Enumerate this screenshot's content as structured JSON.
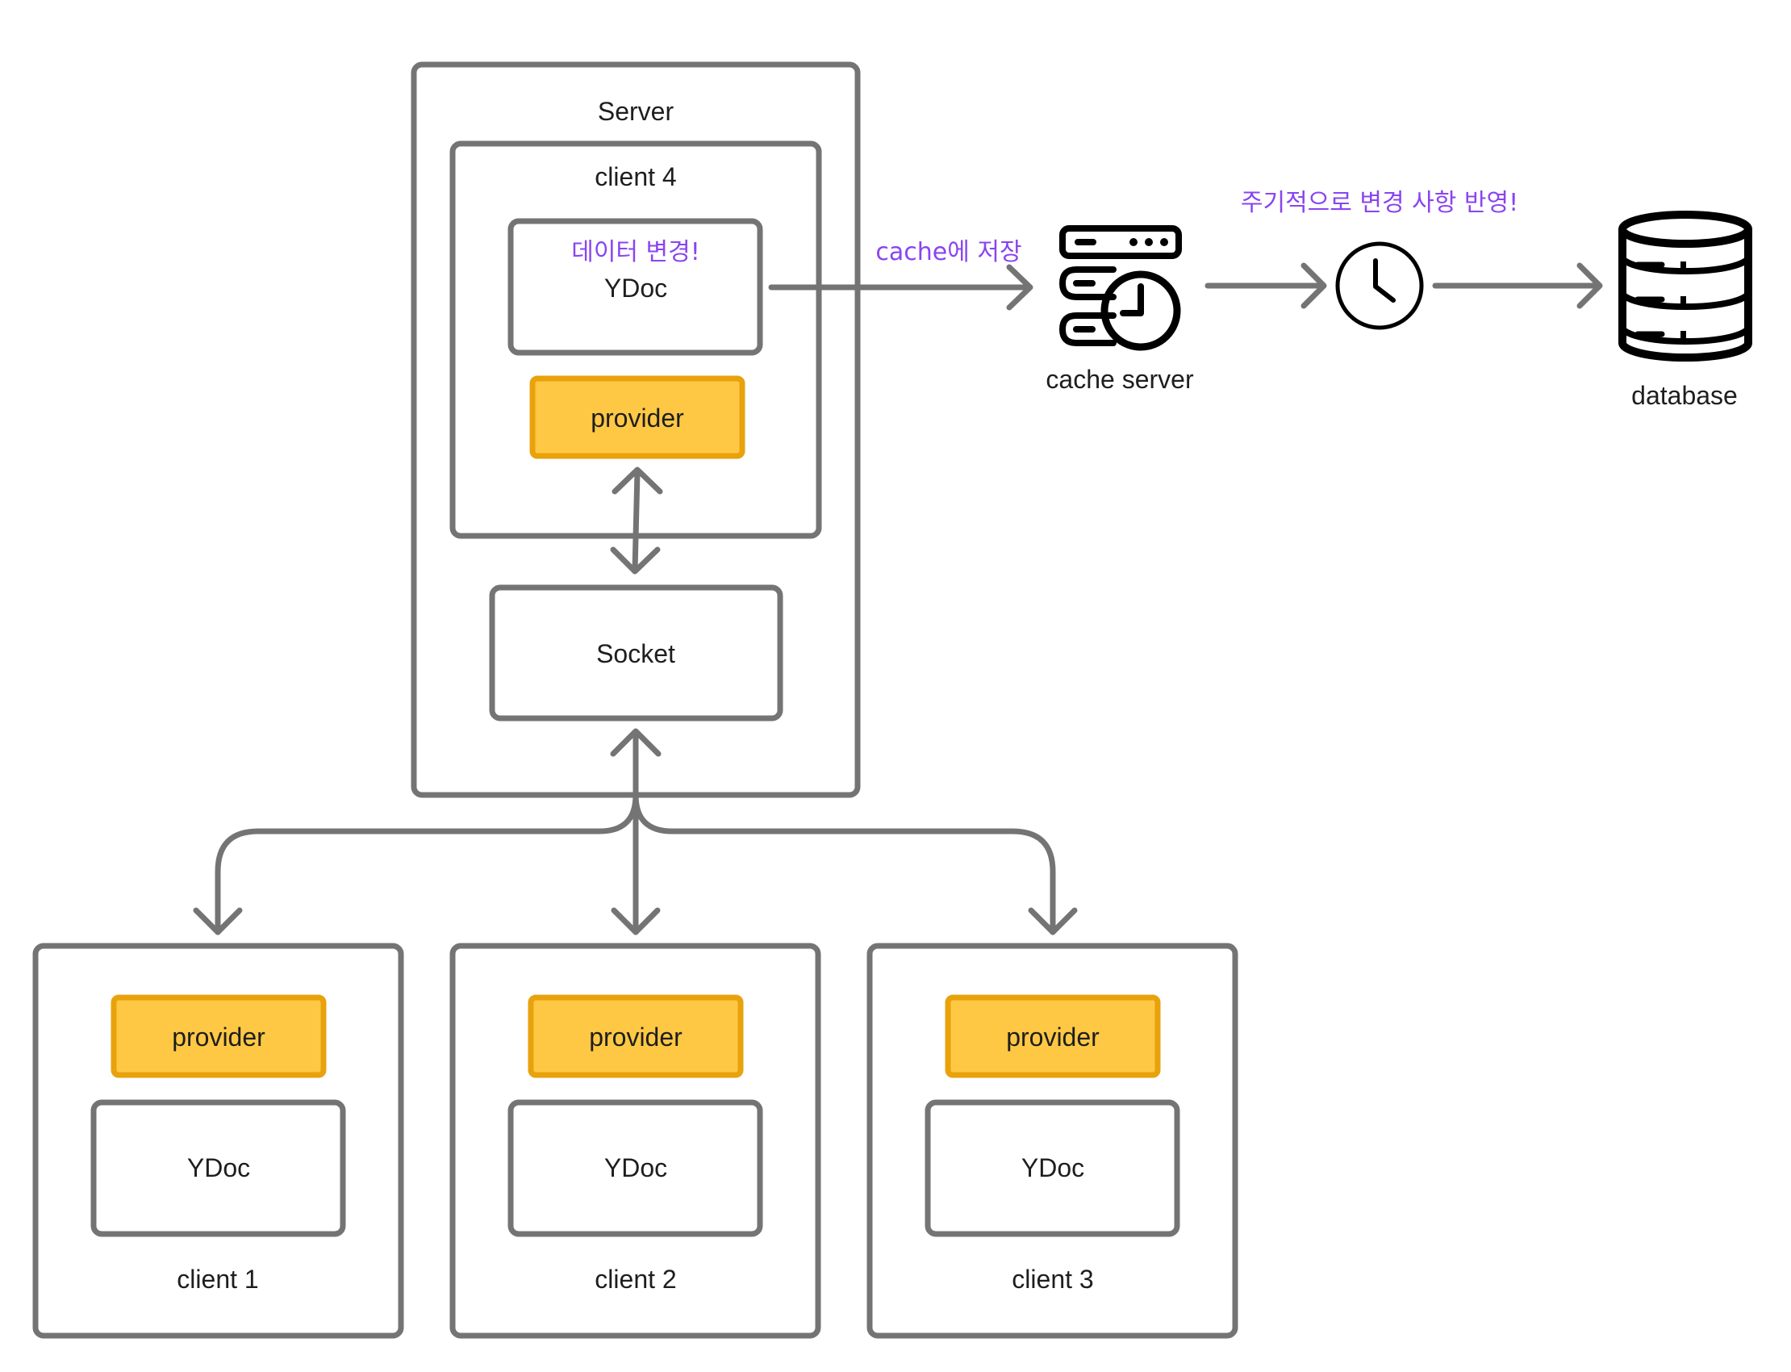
{
  "colors": {
    "box_stroke": "#747474",
    "provider_fill": "#ffc844",
    "provider_stroke": "#e8a20c",
    "note_text": "#8a44f0",
    "label_text": "#1e1e1e",
    "icon": "#000000"
  },
  "server": {
    "label": "Server",
    "client4": {
      "label": "client 4",
      "ydoc": {
        "note": "데이터 변경!",
        "label": "YDoc"
      },
      "provider": "provider"
    },
    "socket": "Socket"
  },
  "clients": [
    {
      "label": "client 1",
      "provider": "provider",
      "ydoc": "YDoc"
    },
    {
      "label": "client 2",
      "provider": "provider",
      "ydoc": "YDoc"
    },
    {
      "label": "client 3",
      "provider": "provider",
      "ydoc": "YDoc"
    }
  ],
  "flow": {
    "cache_note": "cache에 저장",
    "cache_server": {
      "label": "cache server",
      "icon": "server-clock-icon"
    },
    "periodic_note": "주기적으로 변경 사항 반영!",
    "clock_icon": "clock-icon",
    "database": {
      "label": "database",
      "icon": "database-icon"
    }
  }
}
